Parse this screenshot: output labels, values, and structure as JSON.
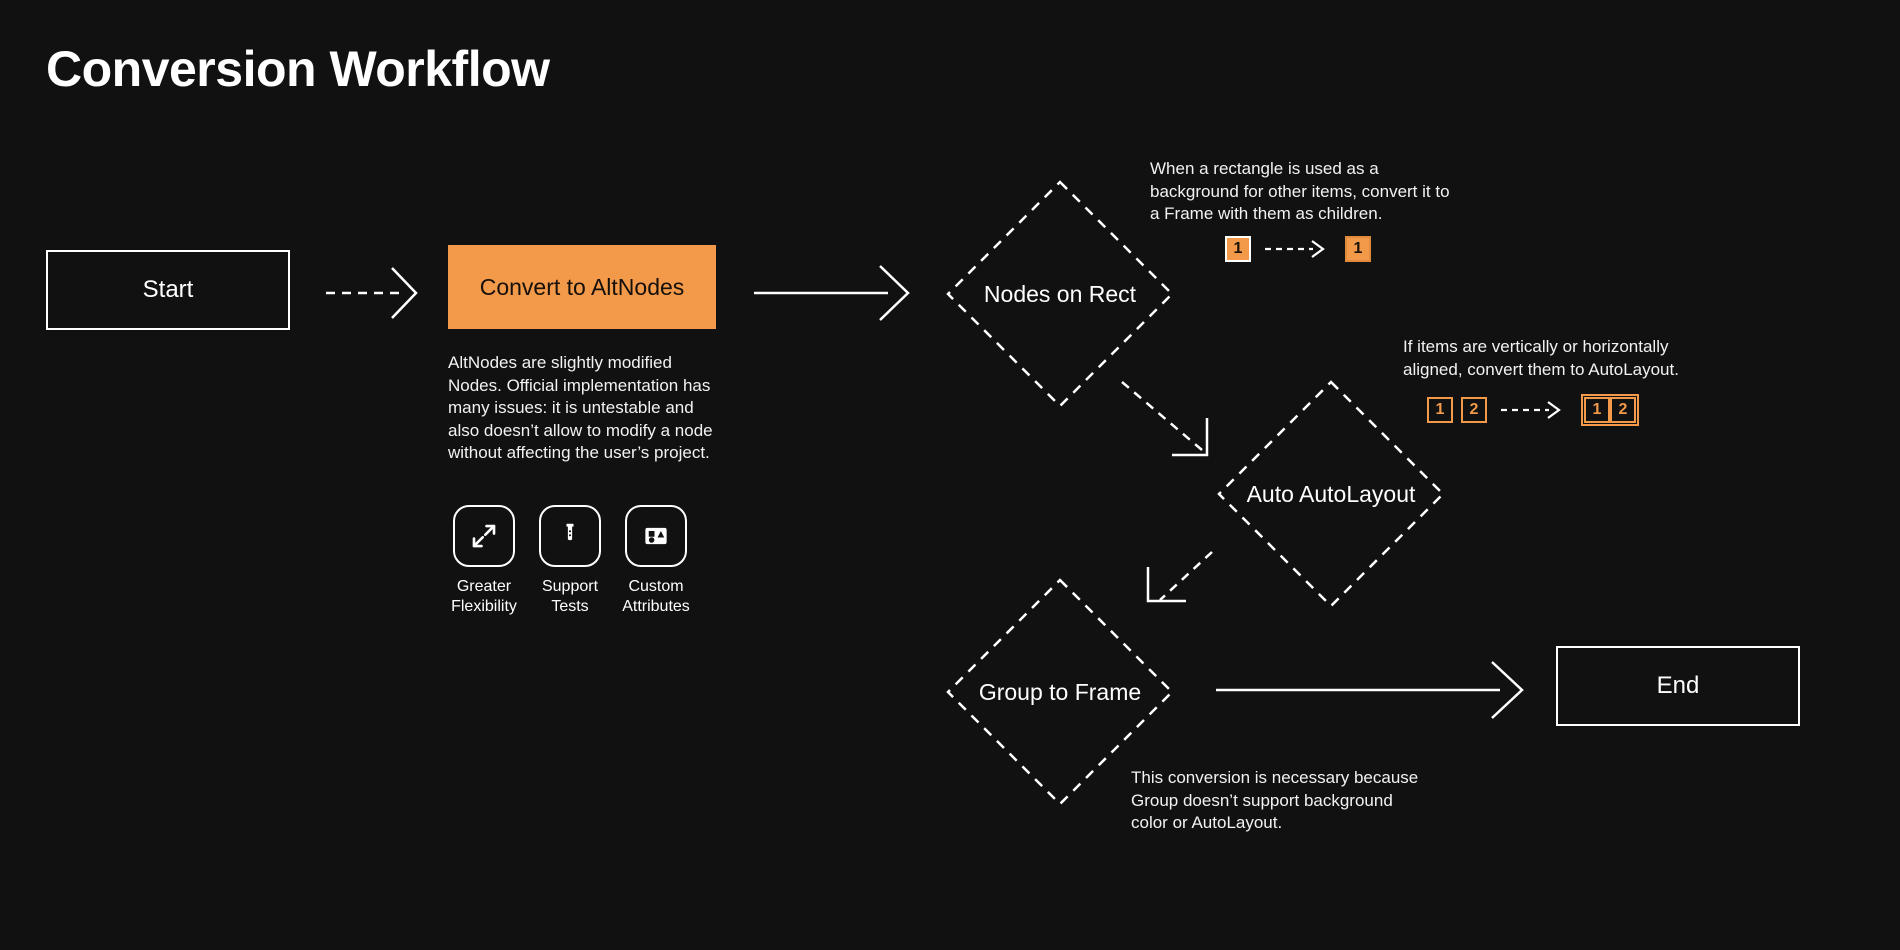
{
  "page": {
    "title": "Conversion Workflow",
    "background_color": "#111111",
    "accent_color": "#F2994A",
    "text_color": "#FFFFFF"
  },
  "nodes": {
    "start": {
      "label": "Start",
      "shape": "rectangle"
    },
    "convert": {
      "label": "Convert to AltNodes",
      "shape": "rectangle",
      "fill": "#F2994A"
    },
    "nodes_on_rect": {
      "label": "Nodes on Rect",
      "shape": "diamond"
    },
    "auto_autolayout": {
      "label": "Auto AutoLayout",
      "shape": "diamond"
    },
    "group_to_frame": {
      "label": "Group to Frame",
      "shape": "diamond"
    },
    "end": {
      "label": "End",
      "shape": "rectangle"
    }
  },
  "descriptions": {
    "altnodes": "AltNodes are slightly modified Nodes. Official implementation has many issues: it is untestable and also doesn’t allow to modify a node without affecting the user’s project.",
    "nodes_on_rect": "When a rectangle is used as a background for other items, convert it to a Frame with them as children.",
    "auto_autolayout": "If items are vertically or horizontally aligned, convert them to AutoLayout.",
    "group_to_frame": "This conversion is necessary because Group doesn’t support background color or AutoLayout."
  },
  "features": [
    {
      "icon": "expand-arrows-icon",
      "label": "Greater\nFlexibility"
    },
    {
      "icon": "test-tube-icon",
      "label": "Support\nTests"
    },
    {
      "icon": "shapes-icon",
      "label": "Custom\nAttributes"
    }
  ],
  "illustrations": {
    "rect_conversion": {
      "before": [
        "1"
      ],
      "after": [
        "1"
      ],
      "arrow": "dashed-right-arrow"
    },
    "autolayout_conversion": {
      "before": [
        "1",
        "2"
      ],
      "after": [
        "1",
        "2"
      ],
      "arrow": "dashed-right-arrow"
    }
  },
  "connectors": [
    {
      "from": "start",
      "to": "convert",
      "style": "dashed"
    },
    {
      "from": "convert",
      "to": "nodes_on_rect",
      "style": "solid"
    },
    {
      "from": "nodes_on_rect",
      "to": "auto_autolayout",
      "style": "dashed"
    },
    {
      "from": "auto_autolayout",
      "to": "group_to_frame",
      "style": "dashed"
    },
    {
      "from": "group_to_frame",
      "to": "end",
      "style": "solid"
    }
  ]
}
